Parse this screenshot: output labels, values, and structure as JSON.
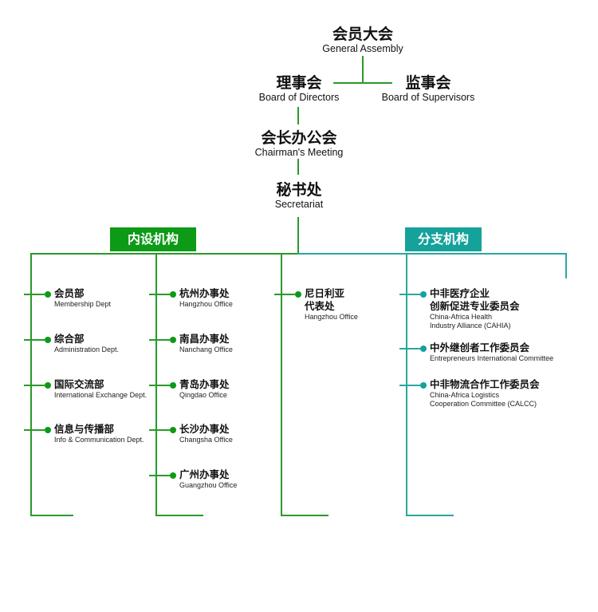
{
  "colors": {
    "green": "#2a9a2a",
    "dark_green": "#0d9a17",
    "teal": "#2aa79e",
    "teal_tag": "#14a29b"
  },
  "top": {
    "assembly": {
      "zh": "会员大会",
      "en": "General Assembly"
    },
    "board": {
      "zh": "理事会",
      "en": "Board of Directors"
    },
    "supervisors": {
      "zh": "监事会",
      "en": "Board of Supervisors"
    },
    "chairman": {
      "zh": "会长办公会",
      "en": "Chairman's Meeting"
    },
    "secretariat": {
      "zh": "秘书处",
      "en": "Secretariat"
    }
  },
  "groups": {
    "internal": {
      "label": "内设机构"
    },
    "branch": {
      "label": "分支机构"
    }
  },
  "col1": [
    {
      "zh": "会员部",
      "en": "Membership Dept"
    },
    {
      "zh": "综合部",
      "en": "Administration Dept."
    },
    {
      "zh": "国际交流部",
      "en": "International Exchange Dept."
    },
    {
      "zh": "信息与传播部",
      "en": "Info & Communication Dept."
    }
  ],
  "col2": [
    {
      "zh": "杭州办事处",
      "en": "Hangzhou Office"
    },
    {
      "zh": "南昌办事处",
      "en": "Nanchang Office"
    },
    {
      "zh": "青岛办事处",
      "en": "Qingdao Office"
    },
    {
      "zh": "长沙办事处",
      "en": "Changsha Office"
    },
    {
      "zh": "广州办事处",
      "en": "Guangzhou Office"
    }
  ],
  "col3": [
    {
      "zh1": "尼日利亚",
      "zh2": "代表处",
      "en": "Hangzhou Office"
    }
  ],
  "col4": [
    {
      "zh1": "中非医疗企业",
      "zh2": "创新促进专业委员会",
      "en1": "China-Africa Health",
      "en2": "Industry Alliance (CAHIA)"
    },
    {
      "zh1": "中外继创者工作委员会",
      "en1": "Entrepreneurs International Committee"
    },
    {
      "zh1": "中非物流合作工作委员会",
      "en1": "China-Africa Logistics",
      "en2": "Cooperation Committee (CALCC)"
    }
  ]
}
